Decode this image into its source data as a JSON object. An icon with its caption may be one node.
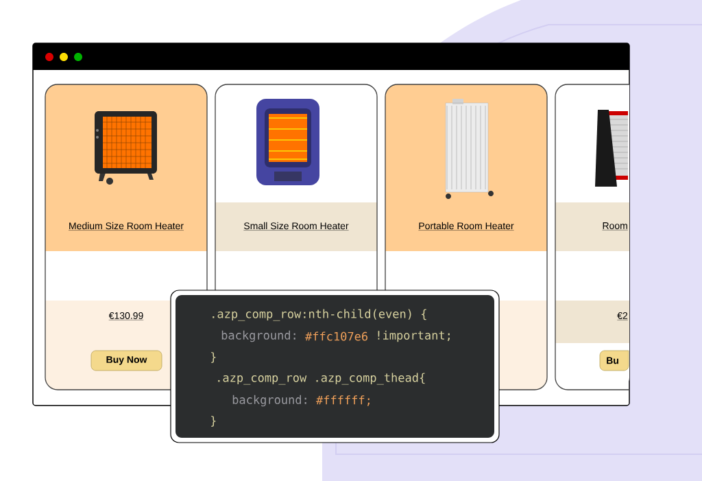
{
  "diagram": {
    "nodes": [
      {
        "text": [],
        "shape": "box"
      },
      {
        "text": [
          "Medium Size Room Heater",
          "€130.99"
        ],
        "in": 0
      },
      {
        "text": [
          "Buy Now"
        ],
        "in": 1
      },
      {
        "text": [
          "Small Size Room Heater"
        ],
        "in": 0
      },
      {
        "text": [
          "Portable Room Heater"
        ],
        "in": 0
      },
      {
        "text": [
          "Room",
          "€2"
        ],
        "in": 0
      },
      {
        "text": [
          "Bu"
        ],
        "in": 5
      },
      {
        "text": [
          ".azp_comp_row:nth-child(even) {",
          "background:",
          "#ffc107e6",
          "!important;",
          "}",
          ".azp_comp_row .azp_comp_thead{",
          "background:",
          "#ffffff;",
          "}"
        ]
      }
    ],
    "edges": []
  }
}
